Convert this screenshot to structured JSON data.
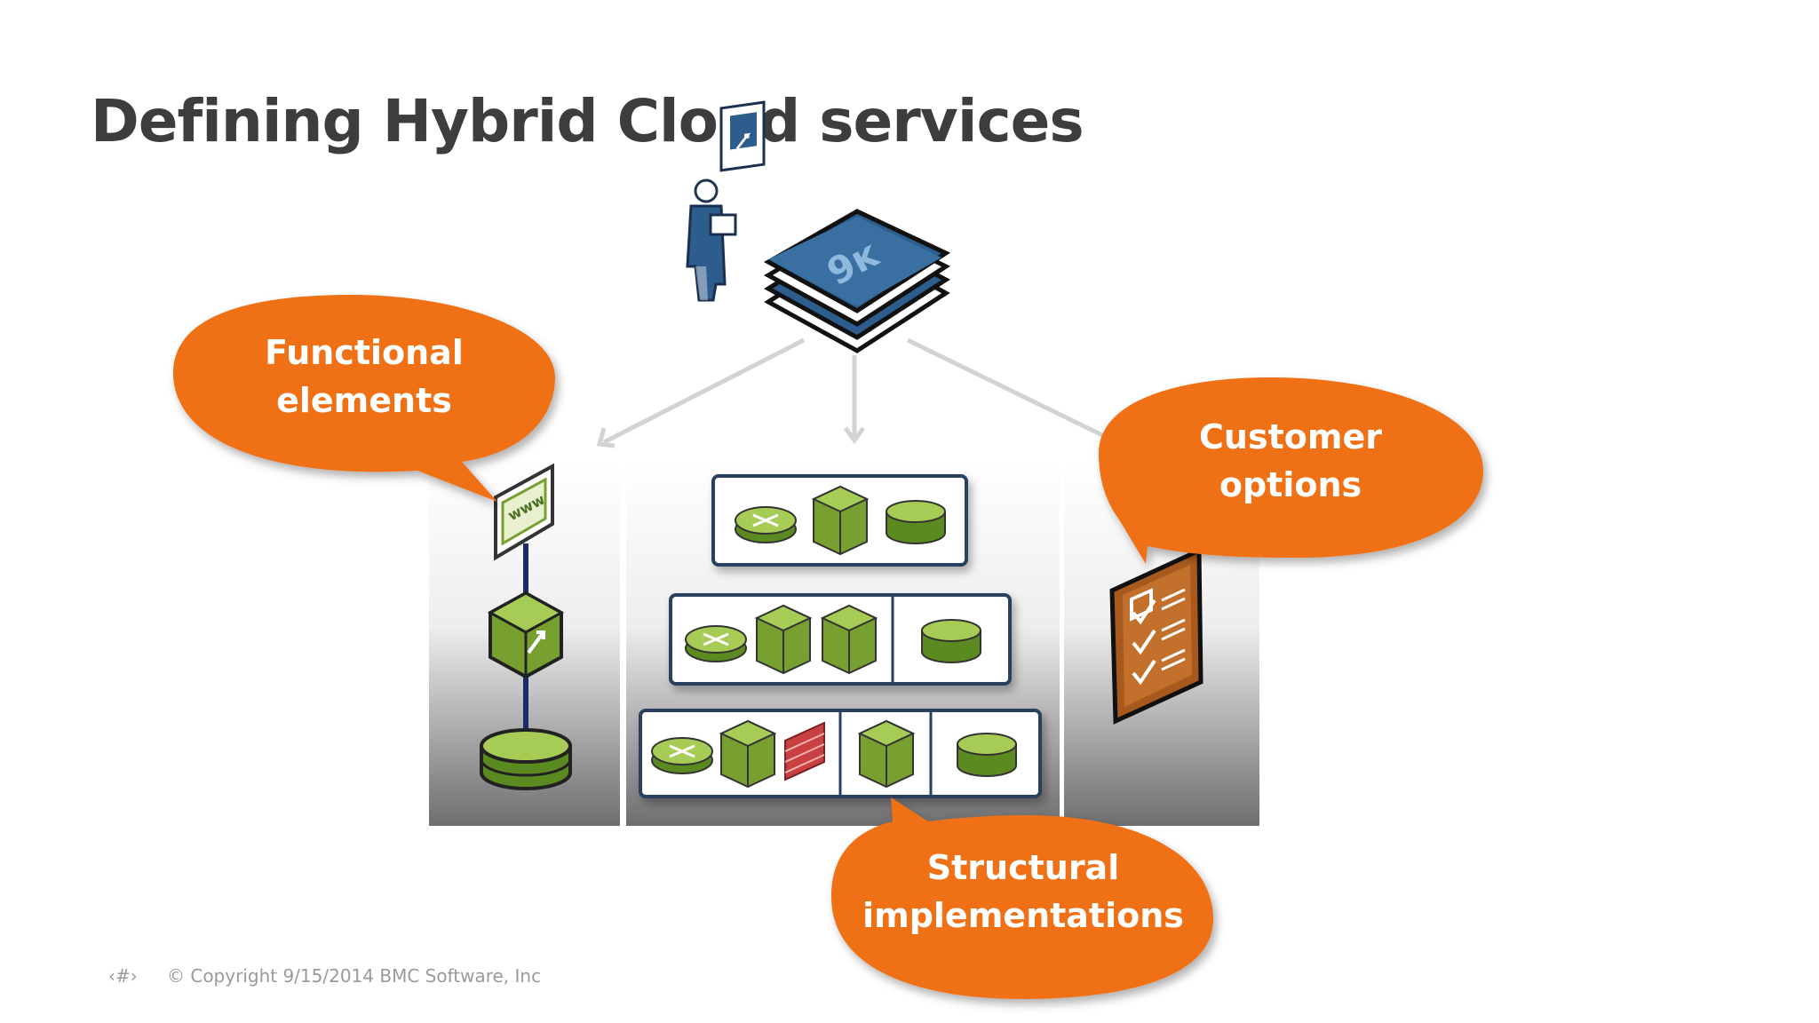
{
  "slide": {
    "title": "Defining Hybrid Cloud services",
    "page_marker": "‹#›",
    "copyright": "© Copyright 9/15/2014 BMC Software, Inc"
  },
  "callouts": {
    "functional": [
      "Functional",
      "elements"
    ],
    "customer": [
      "Customer",
      "options"
    ],
    "structural": [
      "Structural",
      "implementations"
    ]
  },
  "icons": {
    "www_label": "www"
  },
  "colors": {
    "accent_orange": "#f07018",
    "title_gray": "#3d3d3d",
    "node_green": "#78a030",
    "blueprint_blue": "#2d5d8c",
    "frame_navy": "#2a3f5f",
    "checklist_brown": "#a85a1e"
  }
}
